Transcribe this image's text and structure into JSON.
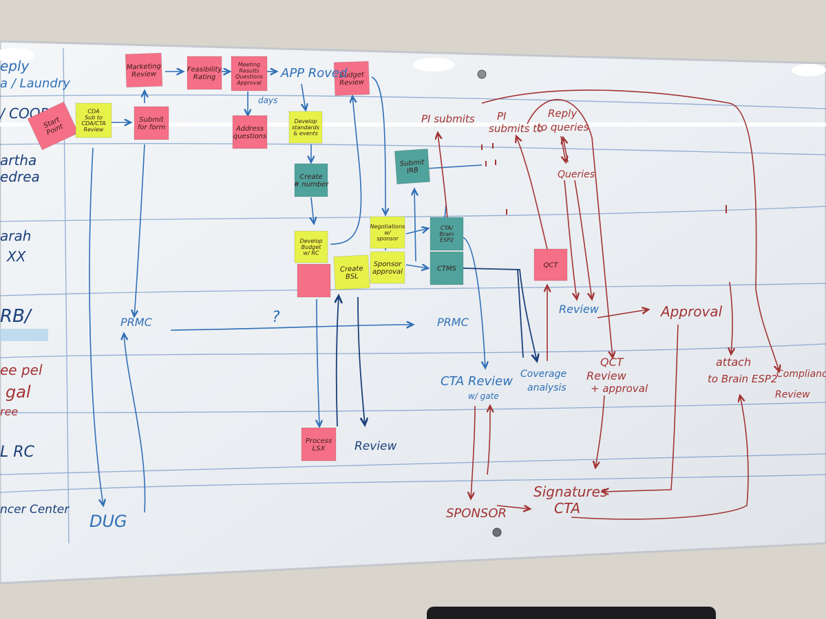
{
  "lanes": [
    {
      "id": "lane-1",
      "lines": [
        "eply",
        "a / Laundry"
      ]
    },
    {
      "id": "lane-2",
      "lines": [
        "/ COORD"
      ]
    },
    {
      "id": "lane-3",
      "lines": [
        "artha",
        "edrea"
      ]
    },
    {
      "id": "lane-4",
      "lines": [
        "arah",
        "XX"
      ]
    },
    {
      "id": "lane-5",
      "lines": [
        "RB/"
      ]
    },
    {
      "id": "lane-6",
      "lines": [
        "ee pel",
        "gal",
        "ree"
      ]
    },
    {
      "id": "lane-7",
      "lines": [
        "L RC"
      ]
    },
    {
      "id": "lane-8",
      "lines": [
        "ncer Center"
      ]
    }
  ],
  "notes": [
    {
      "id": "start-point",
      "color": "pink",
      "lines": [
        "Start",
        "Point"
      ]
    },
    {
      "id": "cda",
      "color": "yellow",
      "lines": [
        "CDA",
        "Sub to",
        "CDA/CTA",
        "Review"
      ]
    },
    {
      "id": "submit-for",
      "color": "pink",
      "lines": [
        "Submit",
        "for form"
      ]
    },
    {
      "id": "marketing-review",
      "color": "pink",
      "lines": [
        "Marketing",
        "Review"
      ]
    },
    {
      "id": "feasibility-rating",
      "color": "pink",
      "lines": [
        "Feasibility",
        "Rating"
      ]
    },
    {
      "id": "meeting-results",
      "color": "pink",
      "lines": [
        "Meeting",
        "Results",
        "Questions",
        "Approval"
      ]
    },
    {
      "id": "address-questions",
      "color": "pink",
      "lines": [
        "Address",
        "questions"
      ]
    },
    {
      "id": "budget-review",
      "color": "pink",
      "lines": [
        "Budget",
        "Review"
      ]
    },
    {
      "id": "develop-standards",
      "color": "yellow",
      "lines": [
        "Develop",
        "standards",
        "& events"
      ]
    },
    {
      "id": "create-number",
      "color": "teal",
      "lines": [
        "Create",
        "# number"
      ]
    },
    {
      "id": "develop-budget",
      "color": "yellow",
      "lines": [
        "Develop",
        "Budget",
        "w/ RC"
      ]
    },
    {
      "id": "pink-small",
      "color": "pink",
      "lines": [
        ""
      ]
    },
    {
      "id": "create-bsl",
      "color": "yellow",
      "lines": [
        "Create",
        "BSL"
      ]
    },
    {
      "id": "negotiations-sponsor",
      "color": "yellow",
      "lines": [
        "Negotiations",
        "w/",
        "sponsor"
      ]
    },
    {
      "id": "sponsor-approval",
      "color": "yellow",
      "lines": [
        "Sponsor",
        "approval"
      ]
    },
    {
      "id": "submit-irb",
      "color": "teal",
      "lines": [
        "Submit",
        "IRB"
      ]
    },
    {
      "id": "cta-brain",
      "color": "teal",
      "lines": [
        "CTA/",
        "Brain",
        "ESP2"
      ]
    },
    {
      "id": "ctms",
      "color": "teal",
      "lines": [
        "CTMS"
      ]
    },
    {
      "id": "qct",
      "color": "pink",
      "lines": [
        "QCT"
      ]
    },
    {
      "id": "process-lsx",
      "color": "pink",
      "lines": [
        "Process",
        "LSX"
      ]
    }
  ],
  "labels": {
    "approved": "APP Roved",
    "days": "days",
    "prmc_left": "PRMC",
    "question": "?",
    "prmc_right": "PRMC",
    "pi_submits_1": "PI submits",
    "pi_submits_2": "PI",
    "pi_submits_3": "submits to",
    "reply": "Reply",
    "to_queries": "to queries",
    "queries": "Queries",
    "review_irb": "Review",
    "approval": "Approval",
    "cta_review": "CTA Review",
    "cta_review_sub": "w/ gate",
    "coverage": "Coverage",
    "analysis": "analysis",
    "qct_review": "QCT",
    "qct_review_2": "Review",
    "qct_review_3": "+ approval",
    "attach": "attach",
    "to_brain": "to Brain ESP2",
    "compliance": "Compliance",
    "compliance_2": "Review",
    "review_lrc": "Review",
    "sponsor": "SPONSOR",
    "signatures": "Signatures",
    "cta": "CTA",
    "dug": "DUG"
  },
  "colors": {
    "pink": "#f56f87",
    "yellow": "#e6f24a",
    "teal": "#4fa39c",
    "blue_marker": "#2f6fb7",
    "red_marker": "#a23333",
    "board": "#eef1f4"
  }
}
